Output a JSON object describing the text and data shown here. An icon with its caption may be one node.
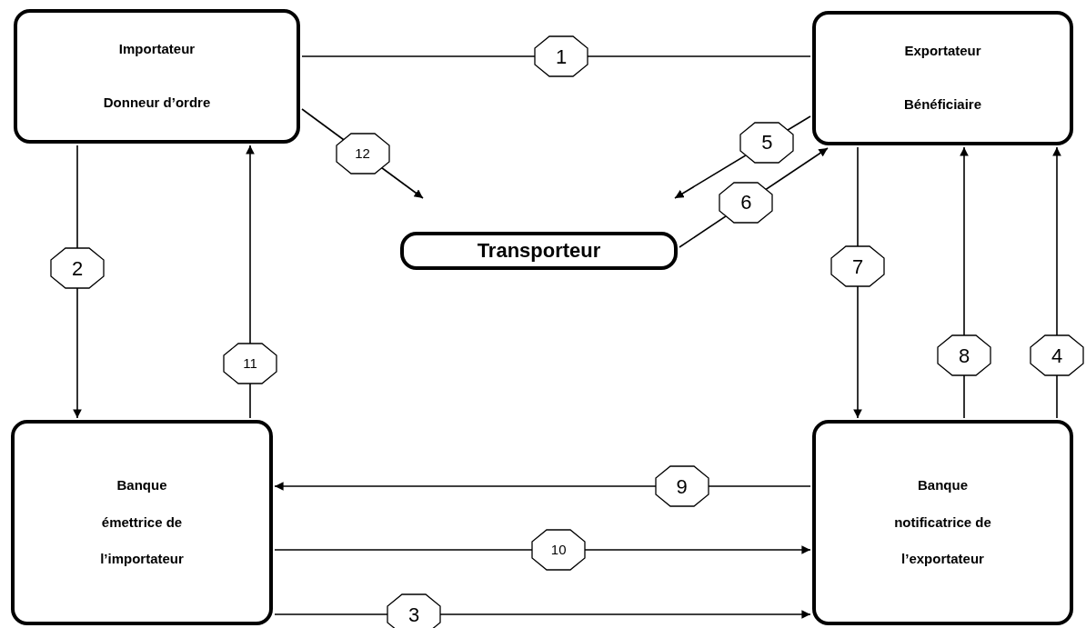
{
  "diagram": {
    "nodes": [
      {
        "text": [
          "Importateur",
          "Donneur d’ordre"
        ]
      },
      {
        "text": [
          "Exportateur",
          "Bénéficiaire"
        ]
      },
      {
        "text": [
          "Transporteur"
        ]
      },
      {
        "text": [
          "Banque",
          "émettrice de",
          "l’importateur"
        ]
      },
      {
        "text": [
          "Banque",
          "notificatrice de",
          "l’exportateur"
        ]
      }
    ],
    "edges": [
      {
        "from": 0,
        "to": 1,
        "arrow": "none",
        "label": "1"
      },
      {
        "from": 0,
        "to": 3,
        "arrow": "to",
        "label": "2"
      },
      {
        "from": 3,
        "to": 4,
        "arrow": "to",
        "label": "3"
      },
      {
        "from": 4,
        "to": 1,
        "arrow": "to",
        "label": "4"
      },
      {
        "from": 1,
        "to": 2,
        "arrow": "to",
        "label": "5"
      },
      {
        "from": 2,
        "to": 1,
        "arrow": "to",
        "label": "6"
      },
      {
        "from": 1,
        "to": 4,
        "arrow": "to",
        "label": "7"
      },
      {
        "from": 4,
        "to": 1,
        "arrow": "to",
        "label": "8"
      },
      {
        "from": 4,
        "to": 3,
        "arrow": "to",
        "label": "9"
      },
      {
        "from": 3,
        "to": 4,
        "arrow": "to",
        "label": "10"
      },
      {
        "from": 3,
        "to": 0,
        "arrow": "to",
        "label": "11"
      },
      {
        "from": 0,
        "to": 2,
        "arrow": "to",
        "label": "12"
      }
    ]
  }
}
